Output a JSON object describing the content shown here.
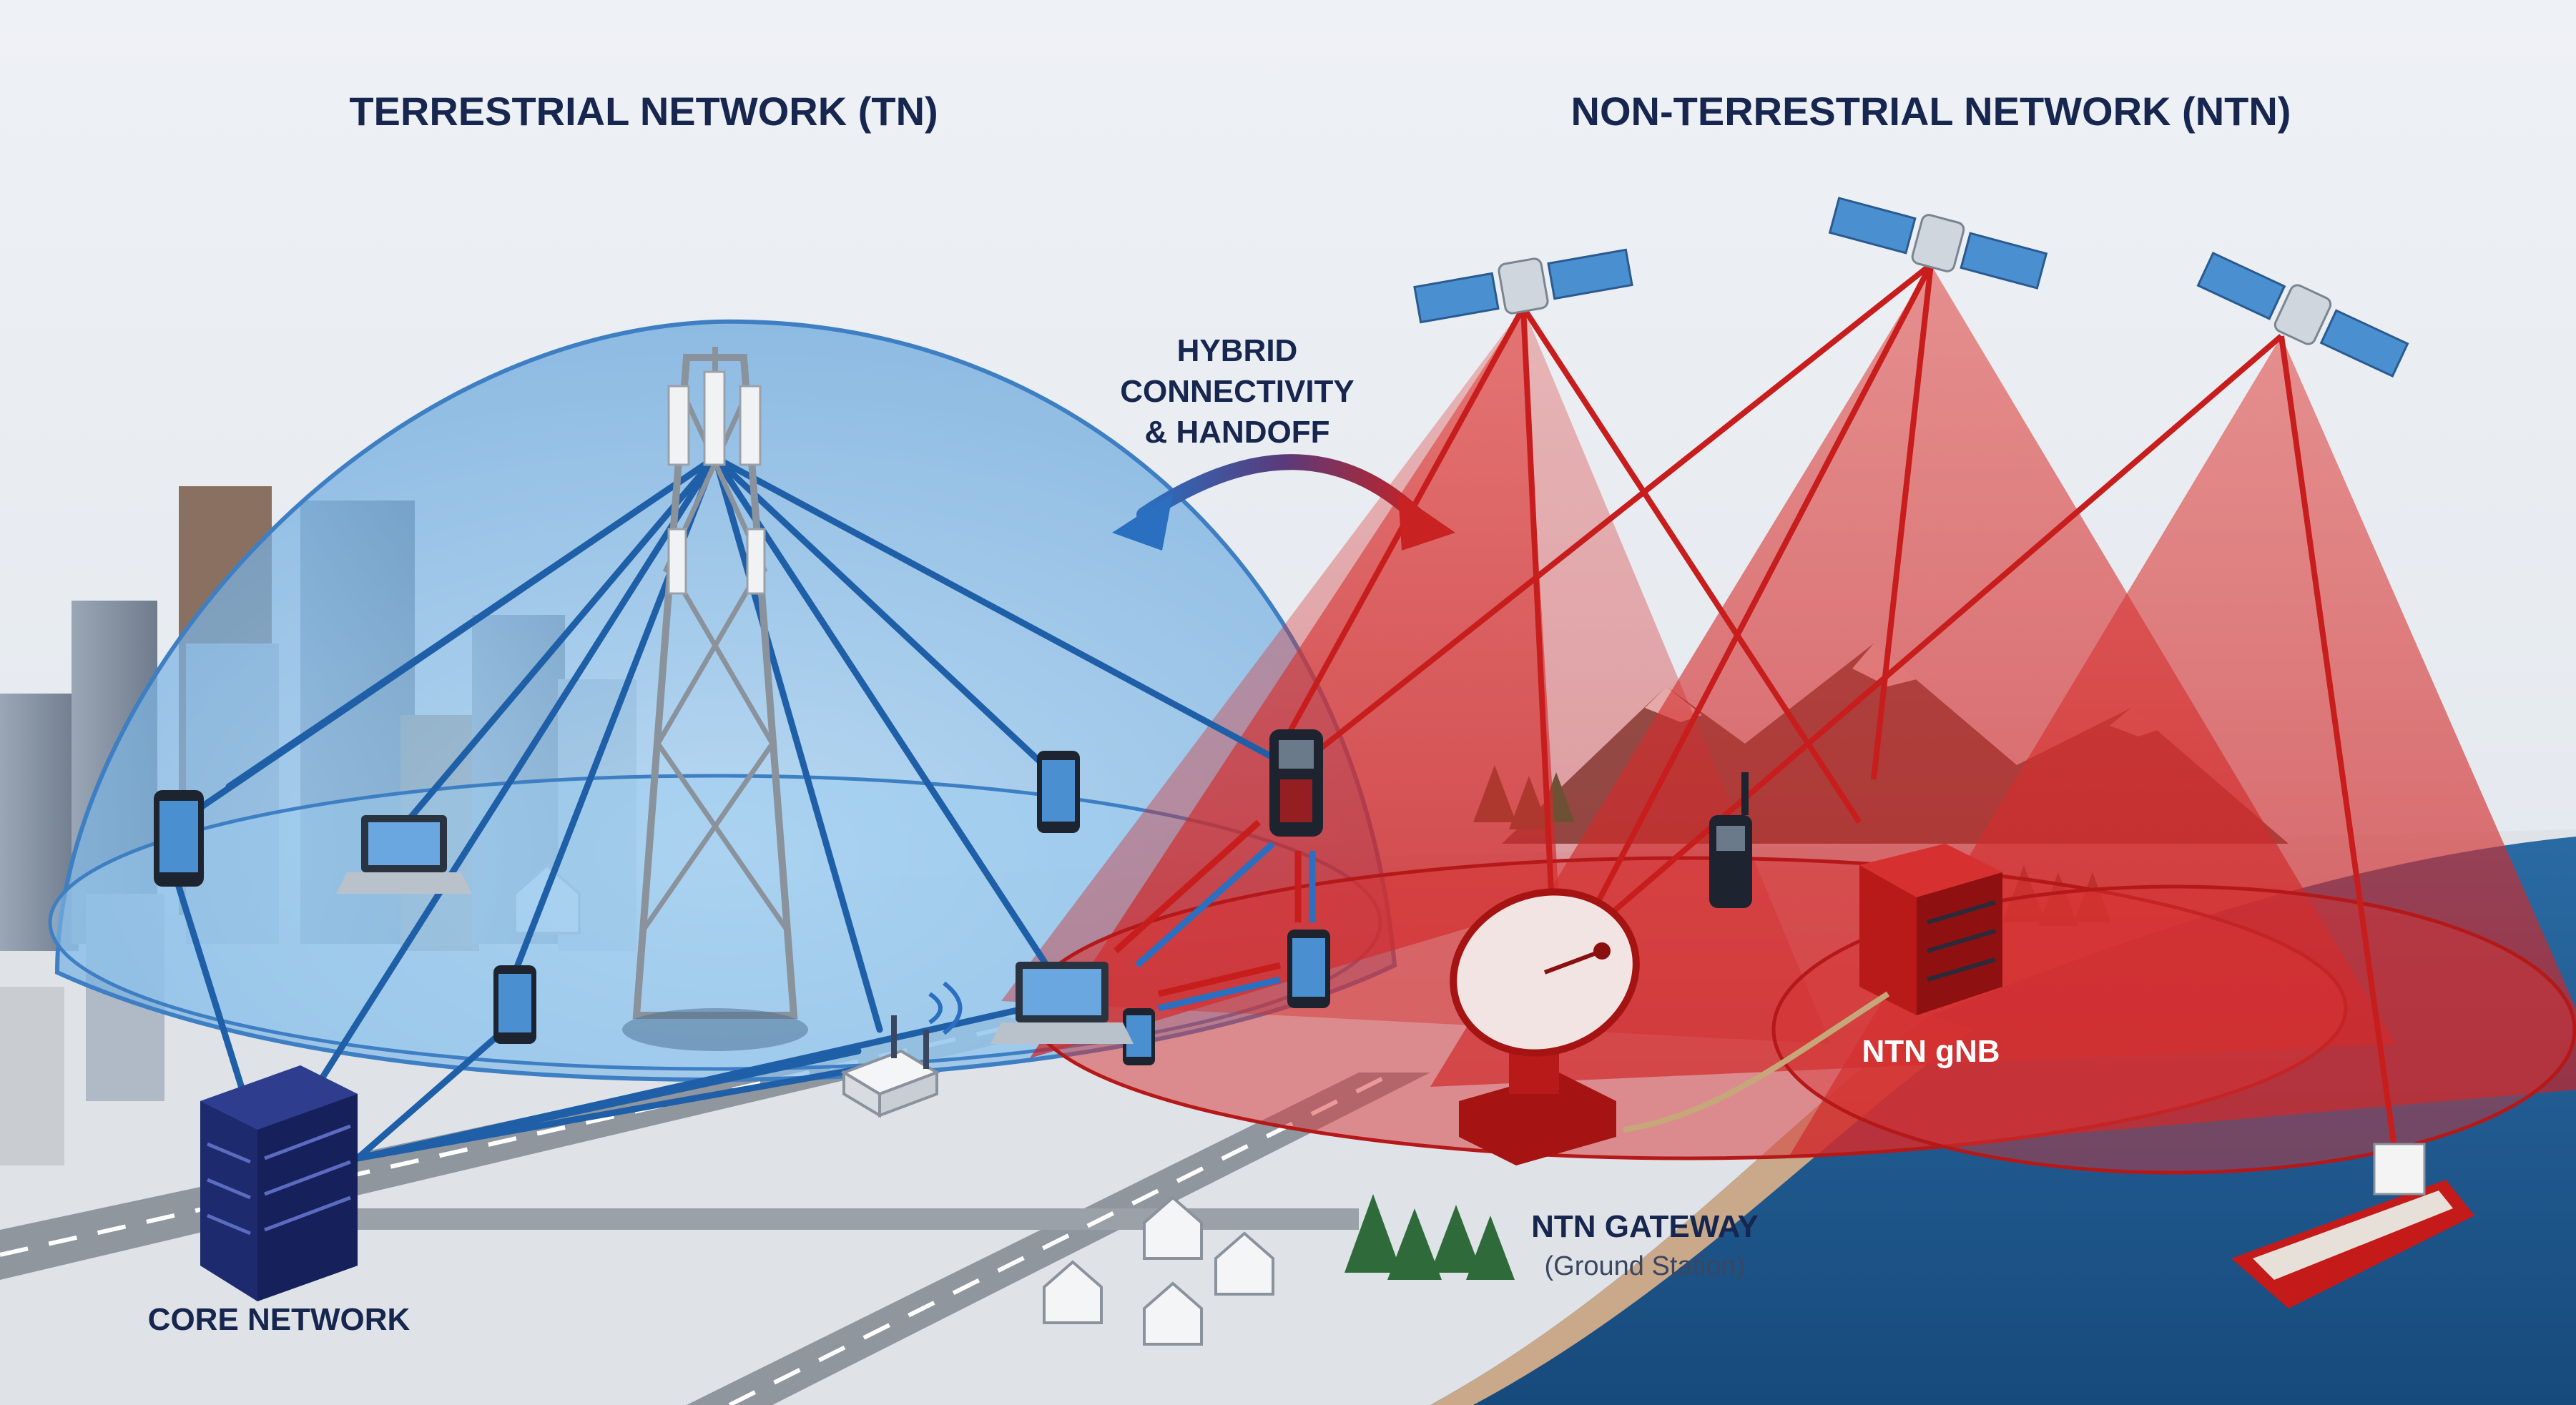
{
  "titles": {
    "tn": "TERRESTRIAL NETWORK (TN)",
    "ntn": "NON-TERRESTRIAL NETWORK (NTN)"
  },
  "handoff": {
    "line1": "HYBRID",
    "line2": "CONNECTIVITY",
    "line3": "& HANDOFF"
  },
  "labels": {
    "core_network": "CORE NETWORK",
    "ntn_gateway": "NTN GATEWAY",
    "ground_station": "(Ground Station)",
    "ntn_gnb": "NTN gNB"
  },
  "colors": {
    "tn_link": "#1f5fa8",
    "ntn_beam": "#d32a2a",
    "dome_fill": "#8fc0ea",
    "sea": "#1f5a8f",
    "title": "#17264f"
  },
  "icons": {
    "tower": "cell-tower-icon",
    "satellite": "satellite-icon",
    "dish": "satellite-dish-icon",
    "building": "data-center-icon",
    "ship": "cargo-ship-icon",
    "phone": "smartphone-icon",
    "laptop": "laptop-icon",
    "router": "iot-router-icon"
  }
}
